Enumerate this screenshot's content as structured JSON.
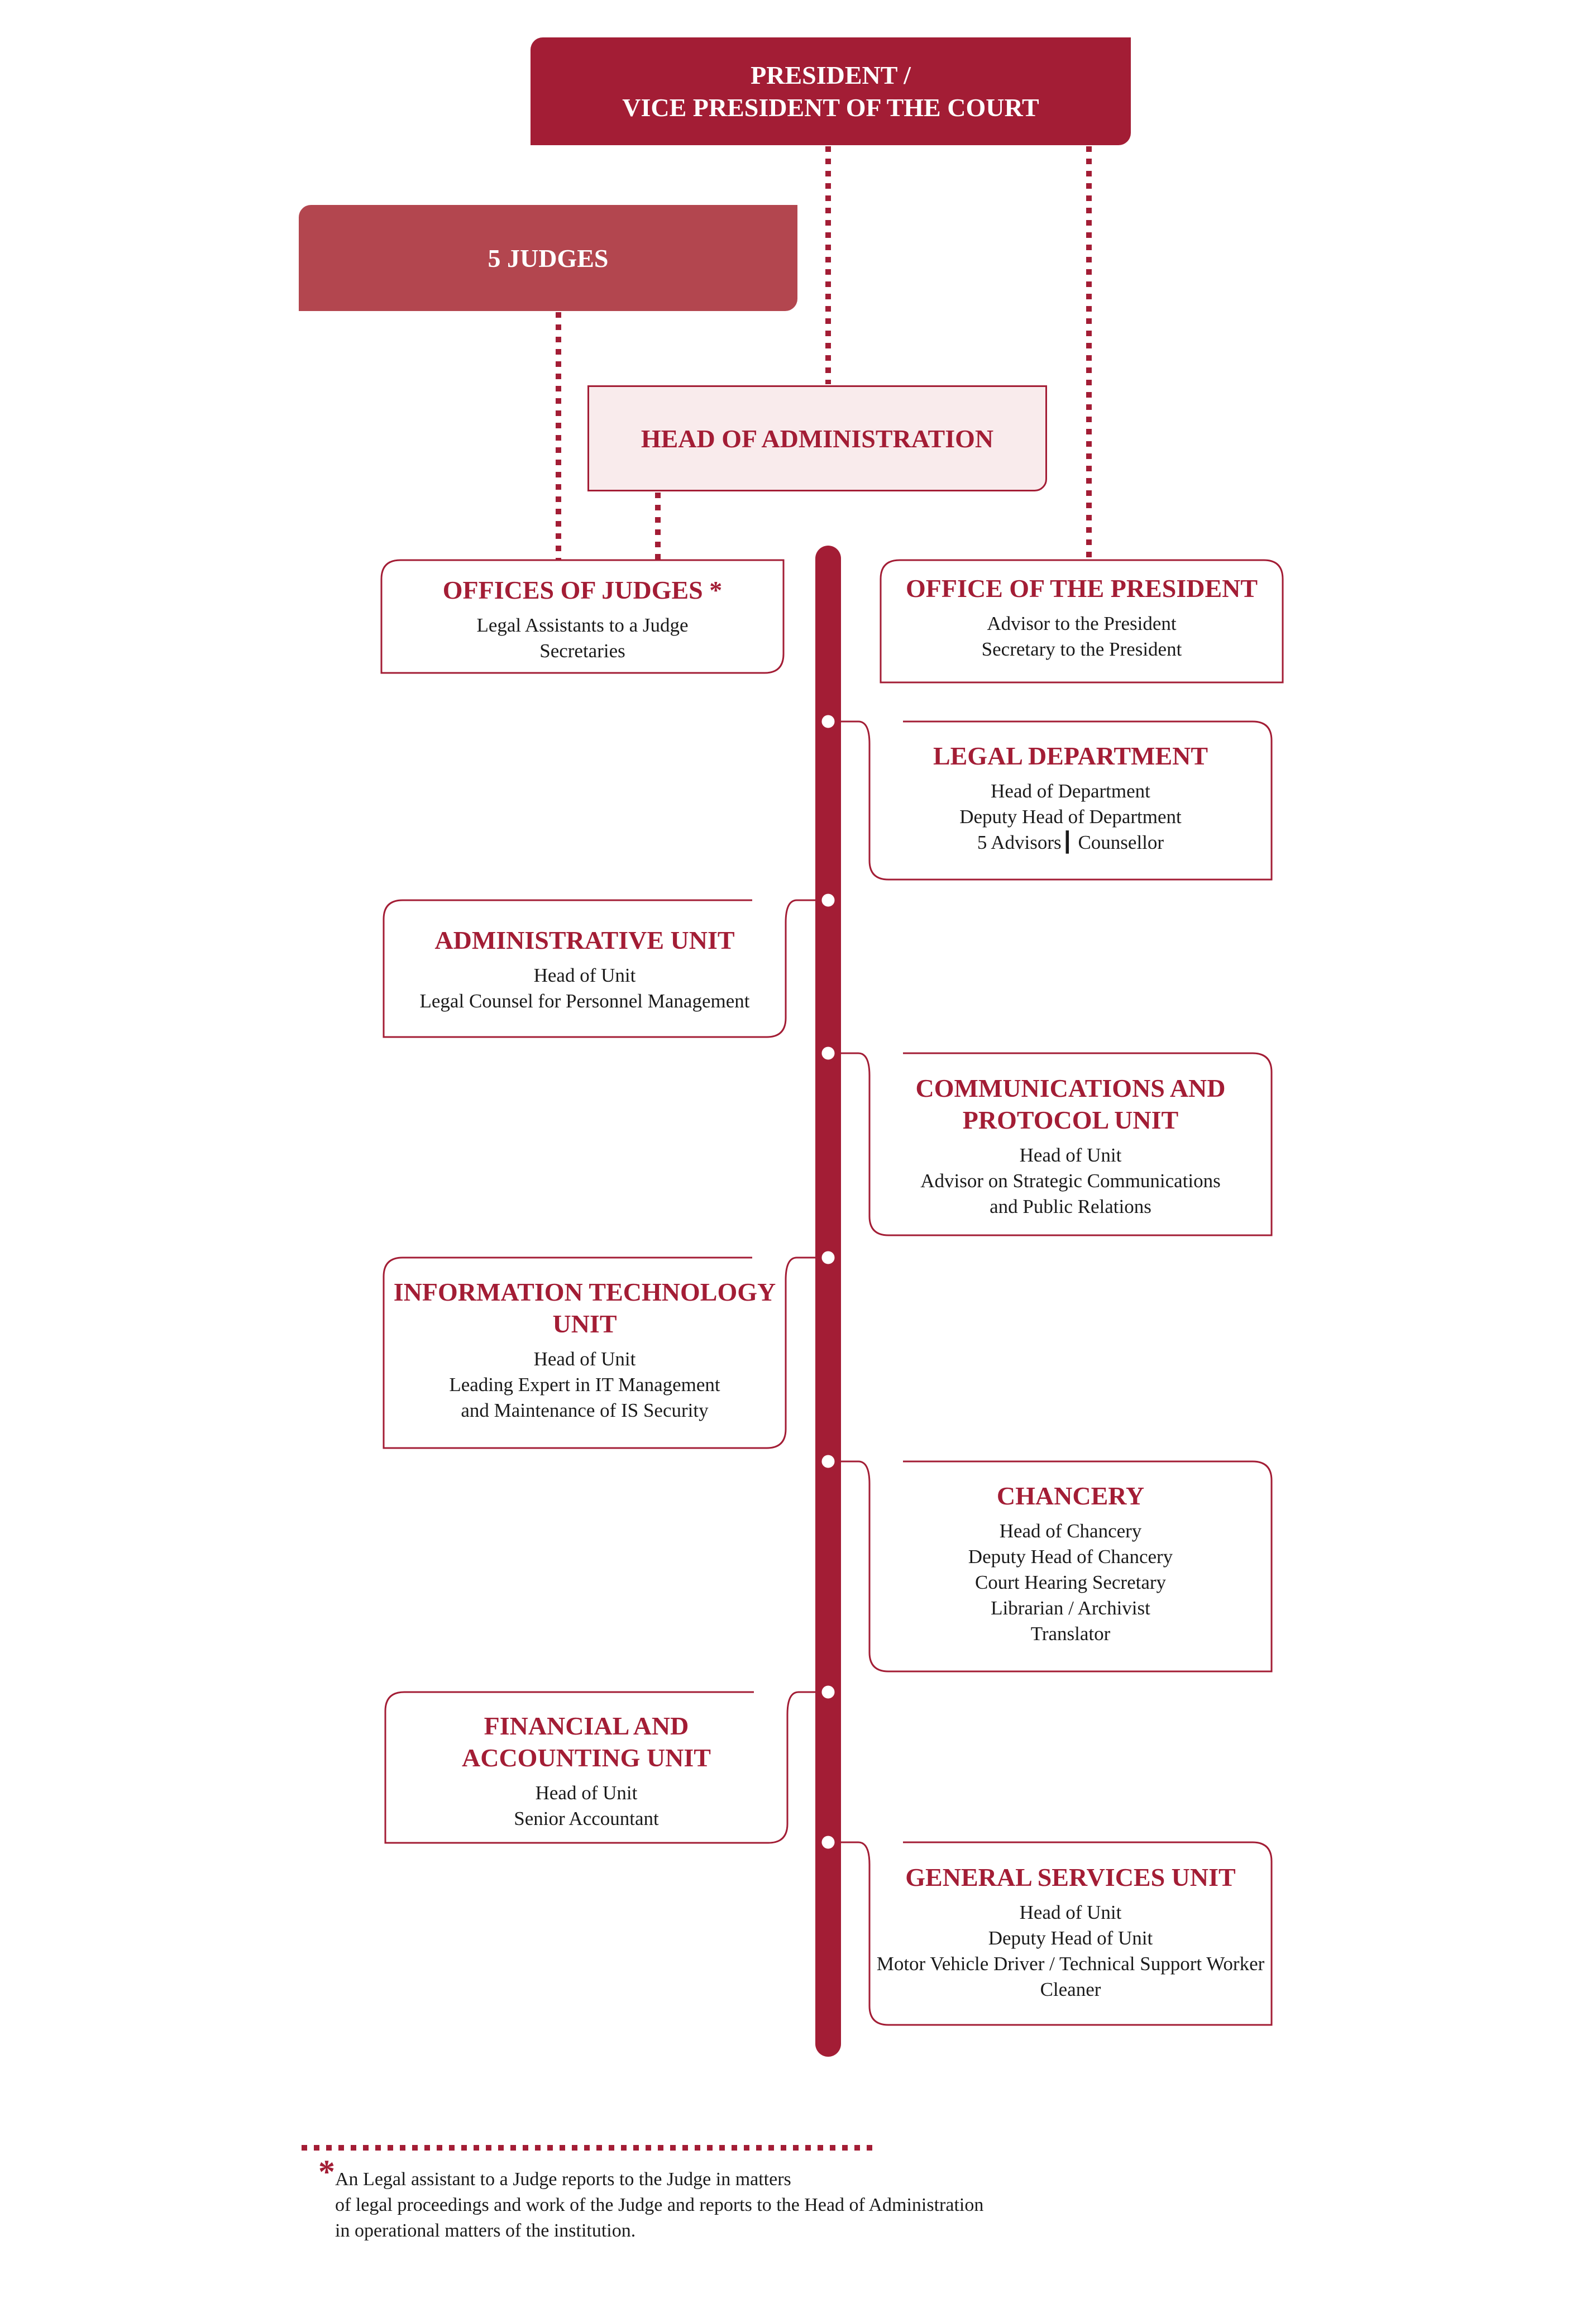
{
  "colors": {
    "accent": "#a31d35",
    "judges": "#b3464f",
    "light": "#f9ebec"
  },
  "top": {
    "president_line1": "PRESIDENT /",
    "president_line2": "VICE PRESIDENT OF THE COURT",
    "judges": "5 JUDGES",
    "head_admin": "HEAD OF ADMINISTRATION"
  },
  "units": [
    {
      "title": [
        "OFFICES OF JUDGES *"
      ],
      "lines": [
        "Legal Assistants to a Judge",
        "Secretaries"
      ]
    },
    {
      "title": [
        "OFFICE OF THE PRESIDENT"
      ],
      "lines": [
        "Advisor to the President",
        "Secretary to the President"
      ]
    },
    {
      "title": [
        "LEGAL DEPARTMENT"
      ],
      "lines": [
        "Head of Department",
        "Deputy Head of Department",
        "5 Advisors┃ Counsellor"
      ]
    },
    {
      "title": [
        "ADMINISTRATIVE UNIT"
      ],
      "lines": [
        "Head of Unit",
        "Legal Counsel for Personnel Management"
      ]
    },
    {
      "title": [
        "COMMUNICATIONS AND",
        "PROTOCOL UNIT"
      ],
      "lines": [
        "Head of Unit",
        "Advisor on Strategic Communications",
        "and Public Relations"
      ]
    },
    {
      "title": [
        "INFORMATION TECHNOLOGY",
        "UNIT"
      ],
      "lines": [
        "Head of Unit",
        "Leading Expert in IT Management",
        "and Maintenance of IS Security"
      ]
    },
    {
      "title": [
        "CHANCERY"
      ],
      "lines": [
        "Head of Chancery",
        "Deputy Head of Chancery",
        "Court Hearing Secretary",
        "Librarian / Archivist",
        "Translator"
      ]
    },
    {
      "title": [
        "FINANCIAL AND",
        "ACCOUNTING UNIT"
      ],
      "lines": [
        "Head of Unit",
        "Senior Accountant"
      ]
    },
    {
      "title": [
        "GENERAL SERVICES UNIT"
      ],
      "lines": [
        "Head of Unit",
        "Deputy Head of Unit",
        "Motor Vehicle Driver / Technical Support Worker",
        "Cleaner"
      ]
    }
  ],
  "footnote": {
    "star": "*",
    "lines": [
      "An Legal assistant to a Judge reports to the Judge in matters",
      "of legal proceedings and work of the Judge and reports to the Head of Administration",
      "in operational matters of the institution."
    ]
  }
}
